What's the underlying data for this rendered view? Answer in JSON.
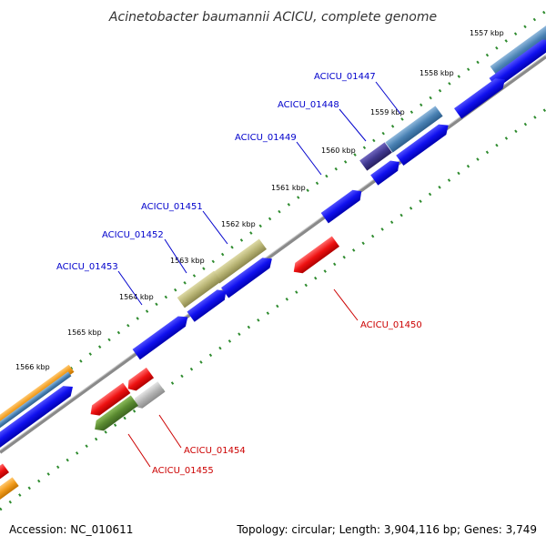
{
  "title": "Acinetobacter baumannii ACICU, complete genome",
  "footer": {
    "accession": "Accession: NC_010611",
    "topology": "Topology: circular; Length: 3,904,116 bp; Genes: 3,749"
  },
  "colors": {
    "backbone": "#808080",
    "outer_tick": "#2e8b2e",
    "inner_tick": "#2e8b2e",
    "forward_label": "#0000cc",
    "reverse_label": "#cc0000",
    "blue_gene": "#1010ee",
    "steel_gene": "#4a82b4",
    "khaki_gene": "#b8b474",
    "red_gene": "#ee1111",
    "grey_gene": "#b4b4b4",
    "olive_gene": "#5a8a30",
    "navy_gene": "#403890",
    "orange_gene": "#f29c1c"
  },
  "ticks": [
    "1557 kbp",
    "1558 kbp",
    "1559 kbp",
    "1560 kbp",
    "1561 kbp",
    "1562 kbp",
    "1563 kbp",
    "1564 kbp",
    "1565 kbp",
    "1566 kbp"
  ],
  "gene_labels": {
    "acicu_01447": "ACICU_01447",
    "acicu_01448": "ACICU_01448",
    "acicu_01449": "ACICU_01449",
    "acicu_01450": "ACICU_01450",
    "acicu_01451": "ACICU_01451",
    "acicu_01452": "ACICU_01452",
    "acicu_01453": "ACICU_01453",
    "acicu_01454": "ACICU_01454",
    "acicu_01455": "ACICU_01455"
  }
}
